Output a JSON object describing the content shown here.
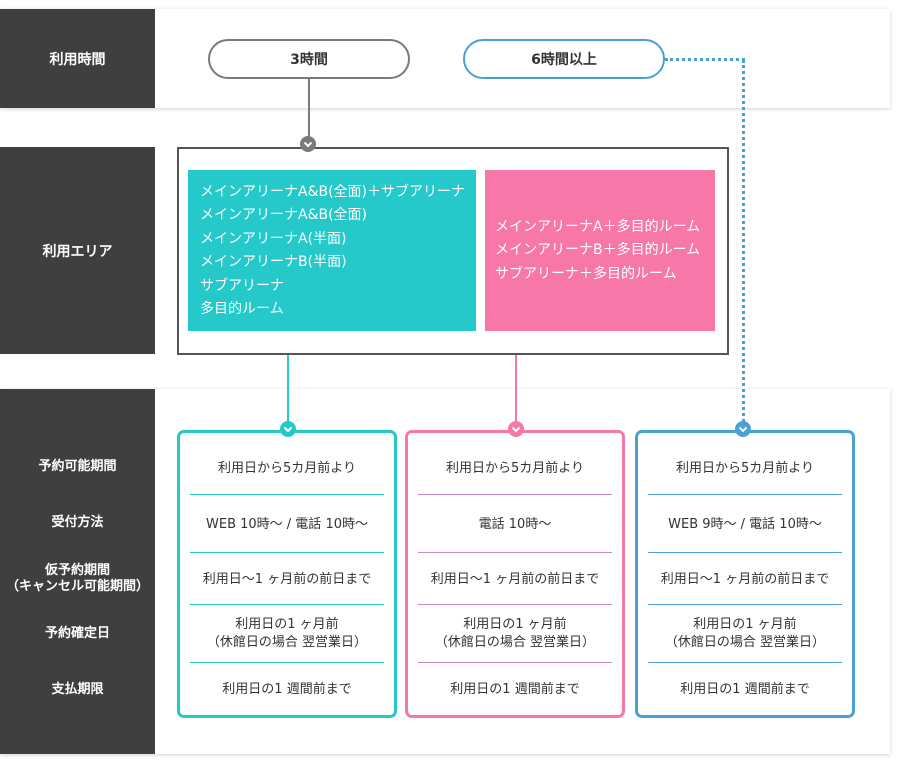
{
  "sections": {
    "time_label": "利用時間",
    "area_label": "利用エリア"
  },
  "time_options": {
    "three_hours": "3時間",
    "six_hours_plus": "6時間以上"
  },
  "area_group_teal": [
    "メインアリーナA&B(全面)＋サブアリーナ",
    "メインアリーナA&B(全面)",
    "メインアリーナA(半面)",
    "メインアリーナB(半面)",
    "サブアリーナ",
    "多目的ルーム"
  ],
  "area_group_pink": [
    "メインアリーナA＋多目的ルーム",
    "メインアリーナB＋多目的ルーム",
    "サブアリーナ＋多目的ルーム"
  ],
  "row_labels": [
    "予約可能期間",
    "受付方法",
    "仮予約期間\n（キャンセル可能期間）",
    "予約確定日",
    "支払期限"
  ],
  "columns": [
    {
      "key": "teal",
      "cells": [
        "利用日から5カ月前より",
        "WEB 10時～ / 電話 10時～",
        "利用日～1 ヶ月前の前日まで",
        "利用日の1 ヶ月前\n（休館日の場合 翌営業日）",
        "利用日の1 週間前まで"
      ]
    },
    {
      "key": "pink",
      "cells": [
        "利用日から5カ月前より",
        "電話 10時～",
        "利用日～1 ヶ月前の前日まで",
        "利用日の1 ヶ月前\n（休館日の場合 翌営業日）",
        "利用日の1 週間前まで"
      ]
    },
    {
      "key": "blue",
      "cells": [
        "利用日から5カ月前より",
        "WEB 9時～ / 電話 10時～",
        "利用日～1 ヶ月前の前日まで",
        "利用日の1 ヶ月前\n（休館日の場合 翌営業日）",
        "利用日の1 週間前まで"
      ]
    }
  ],
  "colors": {
    "teal": "#26c9c9",
    "pink": "#f777a9",
    "blue": "#4a9fd3",
    "dark": "#3f3f3f",
    "grey_line": "#7a7a7a",
    "teal_sep": "#26c9c9",
    "pink_sep": "#c987c9",
    "blue_sep": "#4a9fd3"
  }
}
